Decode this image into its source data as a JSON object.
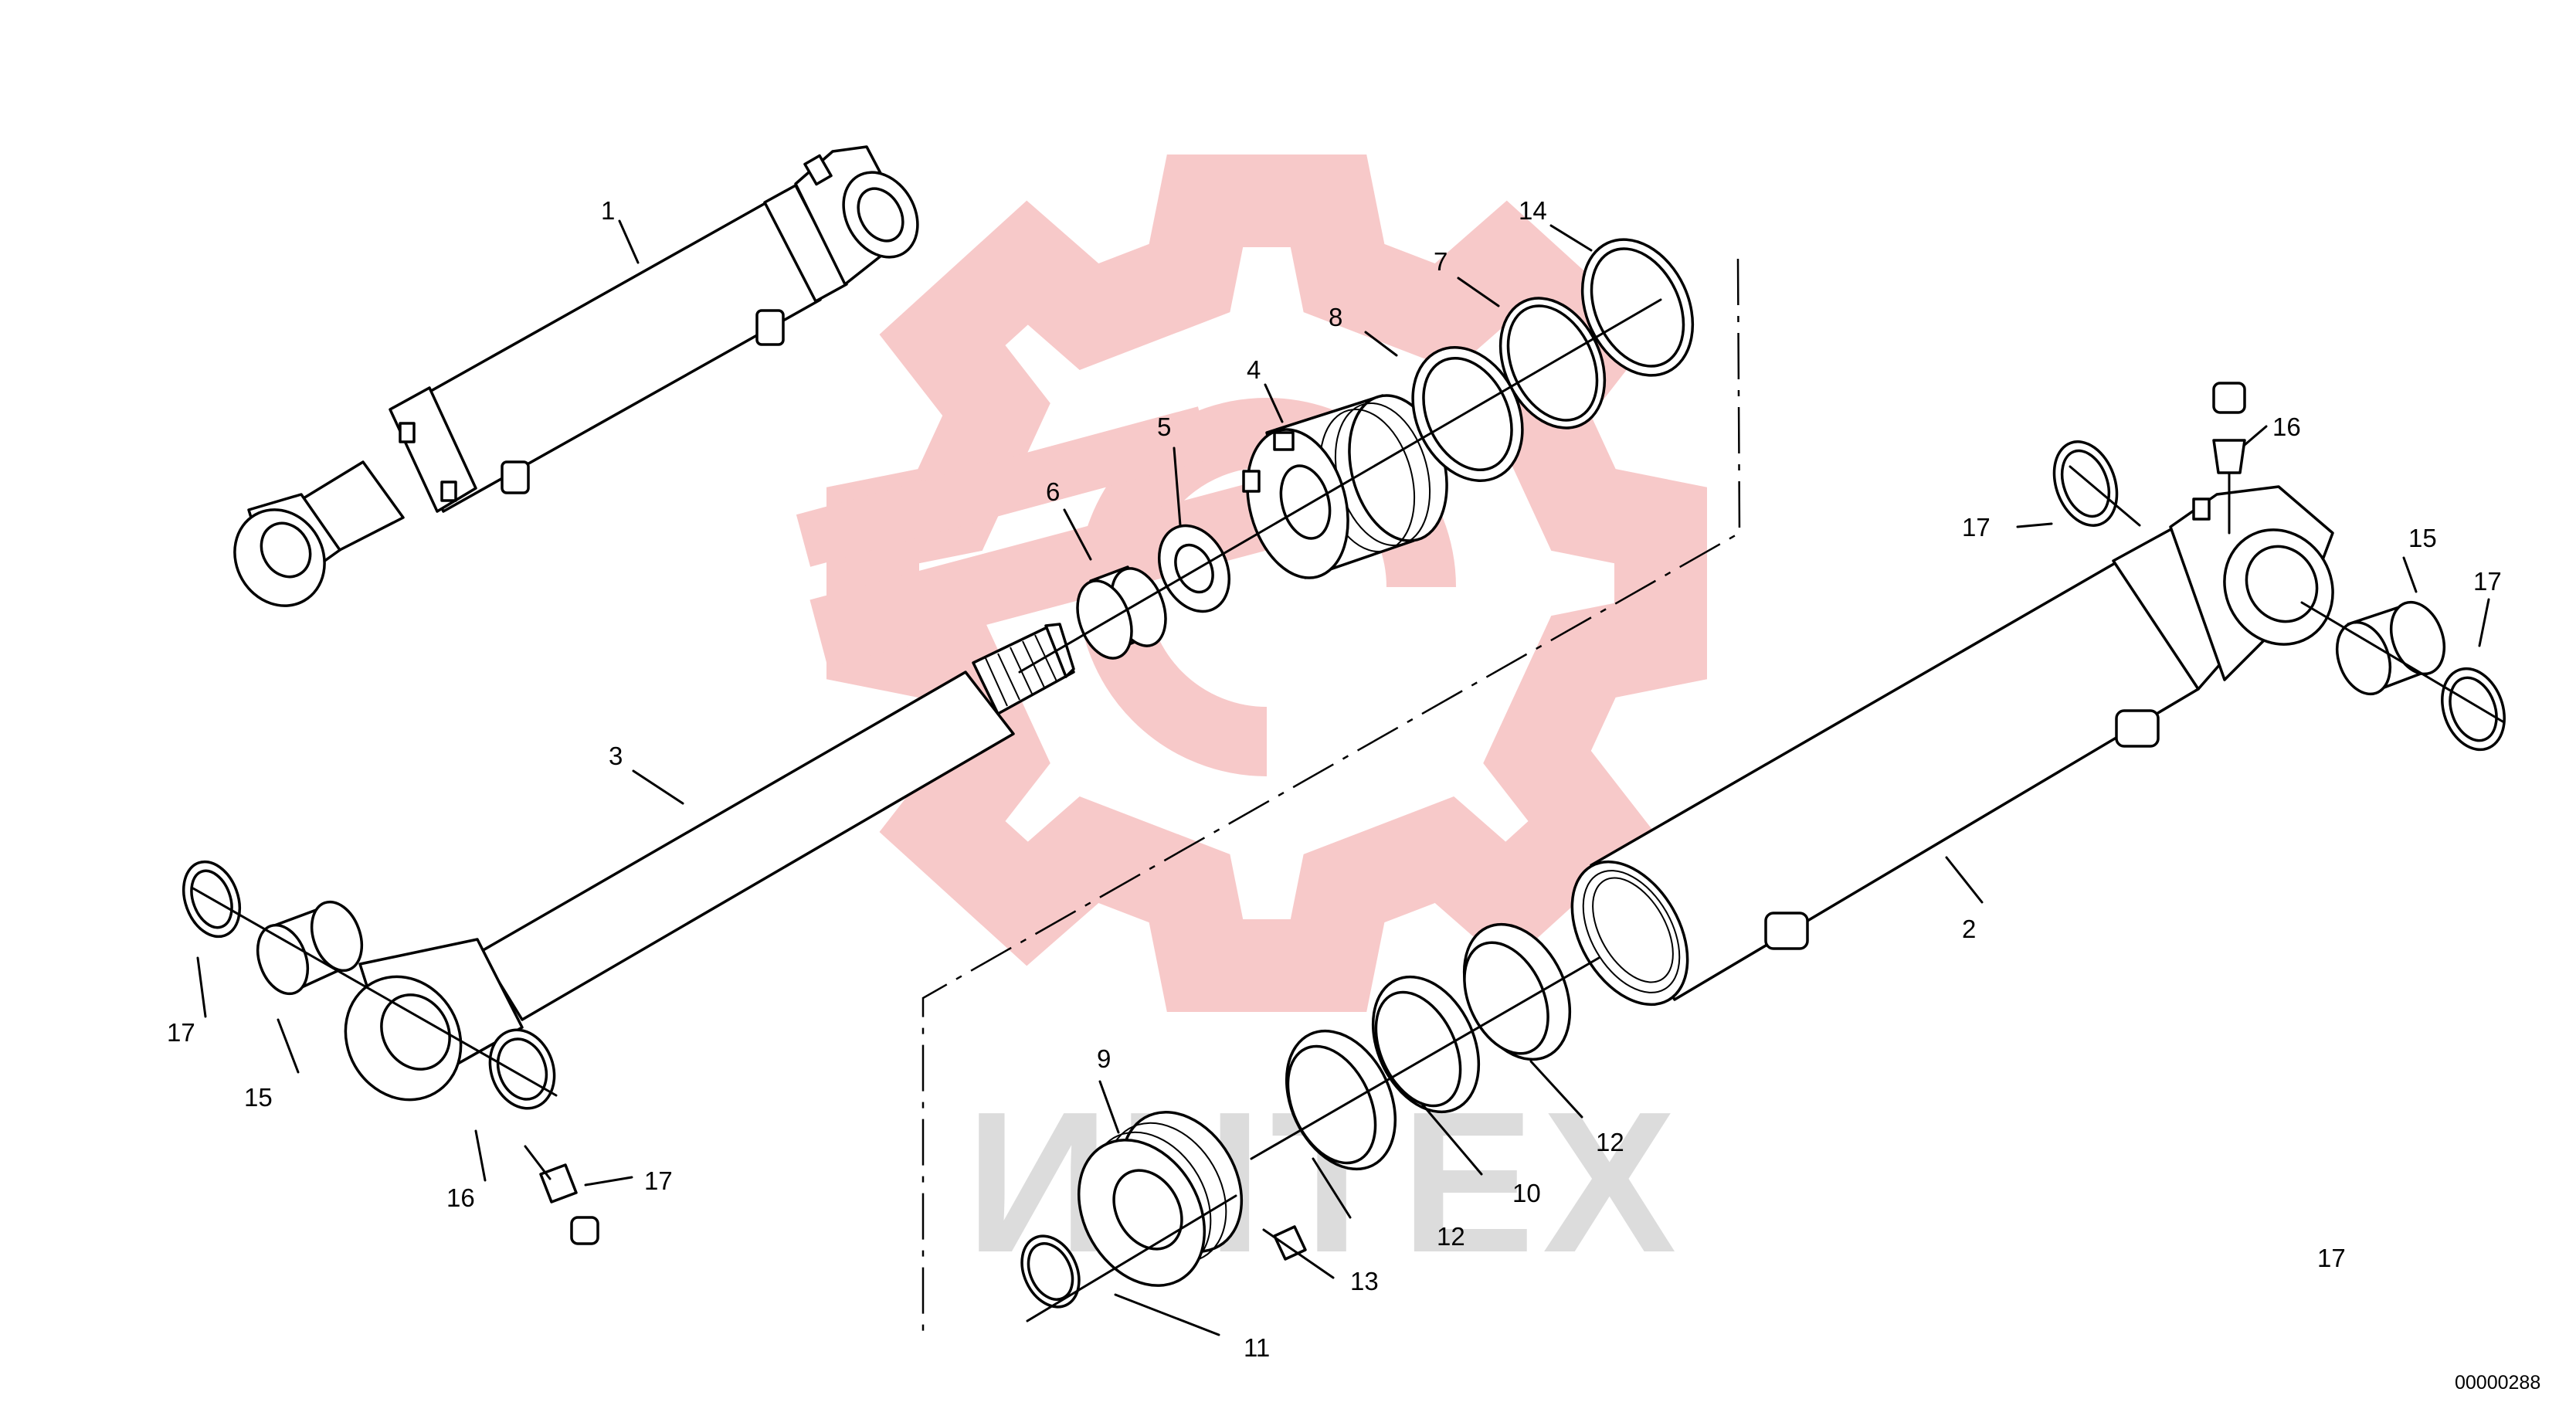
{
  "drawing": {
    "document_number": "00000288",
    "watermark_text": "ИНТЕХ",
    "watermark_color": "#f7c9c9",
    "callouts": [
      {
        "id": "c-1",
        "text": "1"
      },
      {
        "id": "c-14",
        "text": "14"
      },
      {
        "id": "c-7",
        "text": "7"
      },
      {
        "id": "c-8",
        "text": "8"
      },
      {
        "id": "c-4",
        "text": "4"
      },
      {
        "id": "c-5",
        "text": "5"
      },
      {
        "id": "c-6",
        "text": "6"
      },
      {
        "id": "c-3",
        "text": "3"
      },
      {
        "id": "c-16a",
        "text": "16"
      },
      {
        "id": "c-17a",
        "text": "17"
      },
      {
        "id": "c-15a",
        "text": "15"
      },
      {
        "id": "c-17b",
        "text": "17"
      },
      {
        "id": "c-17c",
        "text": "17"
      },
      {
        "id": "c-15b",
        "text": "15"
      },
      {
        "id": "c-2",
        "text": "2"
      },
      {
        "id": "c-17d",
        "text": "17"
      },
      {
        "id": "c-16b",
        "text": "16"
      },
      {
        "id": "c-17e",
        "text": "17"
      },
      {
        "id": "c-9",
        "text": "9"
      },
      {
        "id": "c-12a",
        "text": "12"
      },
      {
        "id": "c-10",
        "text": "10"
      },
      {
        "id": "c-12b",
        "text": "12"
      },
      {
        "id": "c-13",
        "text": "13"
      },
      {
        "id": "c-11",
        "text": "11"
      }
    ]
  }
}
